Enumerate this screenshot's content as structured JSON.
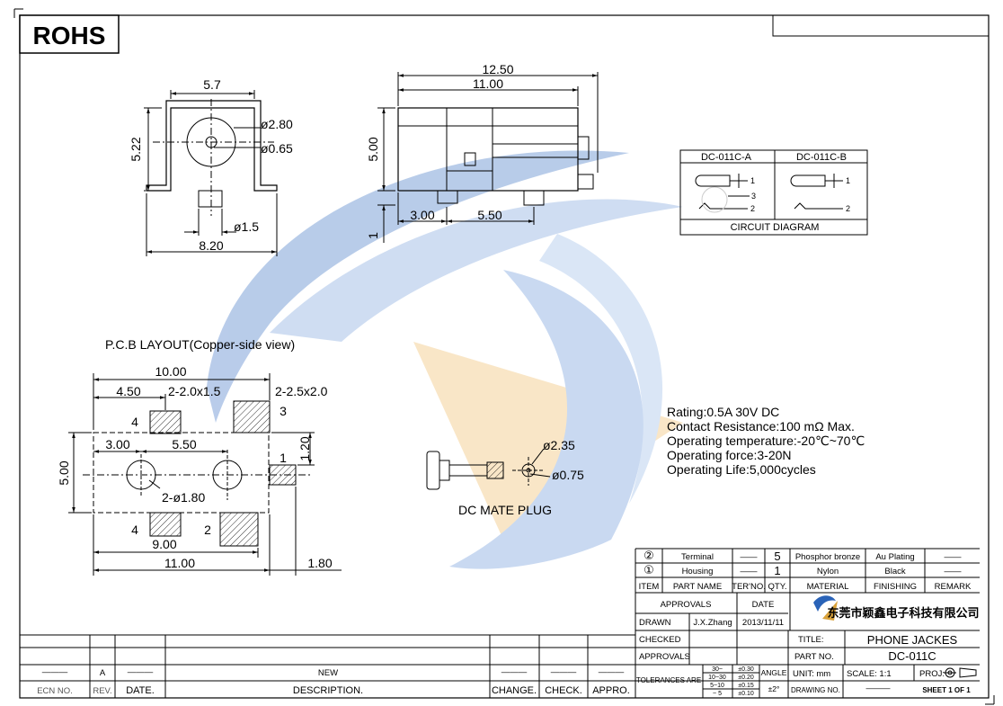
{
  "rohs": "ROHS",
  "top_view": {
    "w": "5.7",
    "h": "5.22",
    "d1": "ø2.80",
    "d2": "ø0.65",
    "pin": "ø1.5",
    "base": "8.20"
  },
  "side_view": {
    "total": "12.50",
    "body": "11.00",
    "height": "5.00",
    "p1": "3.00",
    "p2": "5.50",
    "lead": "1"
  },
  "circuit": {
    "a": "DC-011C-A",
    "b": "DC-011C-B",
    "title": "CIRCUIT  DIAGRAM",
    "pins": [
      "1",
      "3",
      "2",
      "1",
      "2"
    ]
  },
  "pcb": {
    "title": "P.C.B  LAYOUT(Copper-side view)",
    "dims": [
      "10.00",
      "4.50",
      "2-2.0x1.5",
      "2-2.5x2.0",
      "3.00",
      "5.50",
      "1.20",
      "5.00",
      "2-ø1.80",
      "9.00",
      "11.00",
      "1.80"
    ],
    "pads": [
      "4",
      "3",
      "1",
      "4",
      "2"
    ]
  },
  "plug": {
    "title": "DC  MATE  PLUG",
    "d1": "ø2.35",
    "d2": "ø0.75"
  },
  "specs": [
    "Rating:0.5A  30V  DC",
    "Contact  Resistance:100  mΩ  Max.",
    "Operating  temperature:-20℃~70℃",
    "Operating  force:3-20N",
    "Operating  Life:5,000cycles"
  ],
  "bom": [
    {
      "item": "②",
      "part": "Terminal",
      "ter": "——",
      "qty": "5",
      "material": "Phosphor bronze",
      "finish": "Au Plating",
      "remark": "——"
    },
    {
      "item": "①",
      "part": "Housing",
      "ter": "——",
      "qty": "1",
      "material": "Nylon",
      "finish": "Black",
      "remark": "——"
    }
  ],
  "bom_header": {
    "item": "ITEM",
    "part": "PART NAME",
    "ter": "TER'NO.",
    "qty": "QTY.",
    "material": "MATERIAL",
    "finish": "FINISHING",
    "remark": "REMARK"
  },
  "approvals": {
    "label": "APPROVALS",
    "date_label": "DATE",
    "drawn": "DRAWN",
    "drawn_by": "J.X.Zhang",
    "drawn_date": "2013/11/11",
    "checked": "CHECKED",
    "approvals2": "APPROVALS"
  },
  "company": "东莞市颖鑫电子科技有限公司",
  "title_label": "TITLE:",
  "title": "PHONE  JACKES",
  "partno_label": "PART NO.",
  "partno": "DC-011C",
  "tolerances": {
    "label": "TOLERANCES  ARE",
    "ranges": [
      "30~",
      "10~30",
      "5~10",
      "~ 5"
    ],
    "values": [
      "±0.30",
      "±0.20",
      "±0.15",
      "±0.10"
    ],
    "angle": "ANGLE",
    "angle_val": "±2°"
  },
  "unit": "UNIT:  mm",
  "scale": "SCALE:  1:1",
  "proj": "PROJ:",
  "drawing_no": "DRAWING  NO.",
  "sheet": "SHEET   1  OF  1",
  "revision": {
    "ecn": "ECN  NO.",
    "rev": "REV.",
    "date": "DATE.",
    "desc": "DESCRIPTION.",
    "change": "CHANGE.",
    "check": "CHECK.",
    "appro": "APPRO.",
    "rev_val": "A",
    "desc_val": "NEW"
  }
}
